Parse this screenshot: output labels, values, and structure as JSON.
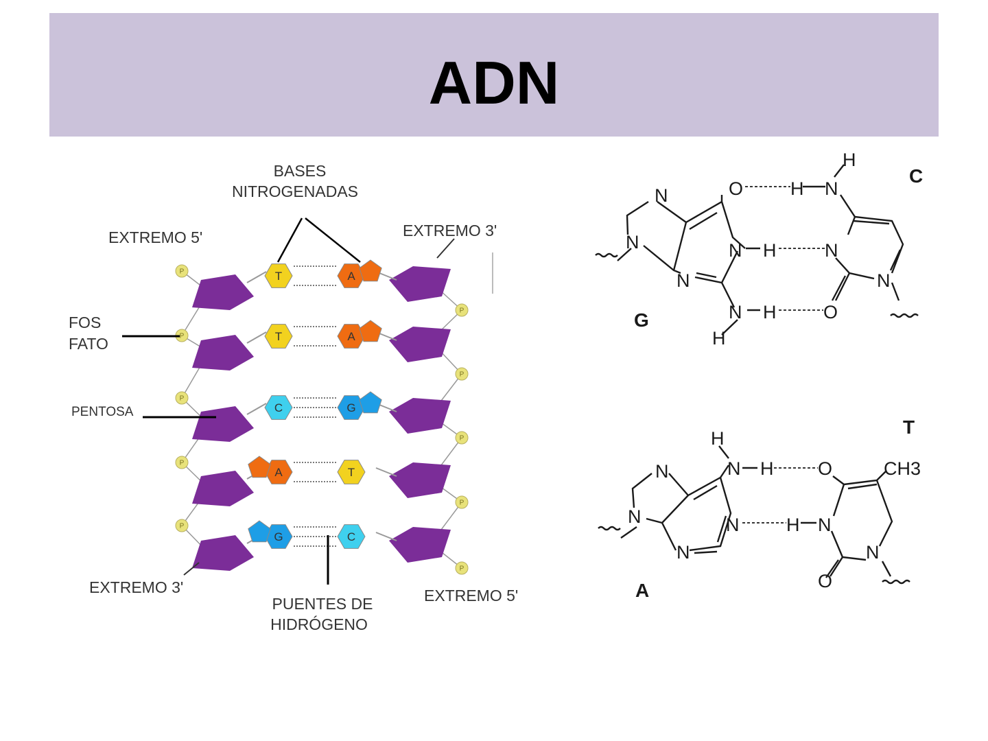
{
  "header": {
    "title": "ADN"
  },
  "strand_diagram": {
    "labels": {
      "bases": [
        "BASES",
        "NITROGENADAS"
      ],
      "end5_top": "EXTREMO 5'",
      "end3_top": "EXTREMO 3'",
      "phosphate": [
        "FOS",
        "FATO"
      ],
      "pentose": "PENTOSA",
      "end3_bottom": "EXTREMO 3'",
      "end5_bottom": "EXTREMO 5'",
      "hbonds": [
        "PUENTES DE",
        "HIDRÓGENO"
      ]
    },
    "phosphate_letter": "P",
    "pairs": [
      {
        "left": "T",
        "right": "A"
      },
      {
        "left": "T",
        "right": "A"
      },
      {
        "left": "C",
        "right": "G"
      },
      {
        "left": "A",
        "right": "T"
      },
      {
        "left": "G",
        "right": "C"
      }
    ],
    "colors": {
      "sugar": "#7b2d98",
      "phosphate": "#e8e27a",
      "T": "#f2d21f",
      "A": "#ef6c12",
      "C": "#3fd0ee",
      "G": "#1e9ee6"
    }
  },
  "gc_pair": {
    "left_base": "G",
    "right_base": "C"
  },
  "at_pair": {
    "left_base": "A",
    "right_base": "T",
    "methyl": "CH3"
  }
}
